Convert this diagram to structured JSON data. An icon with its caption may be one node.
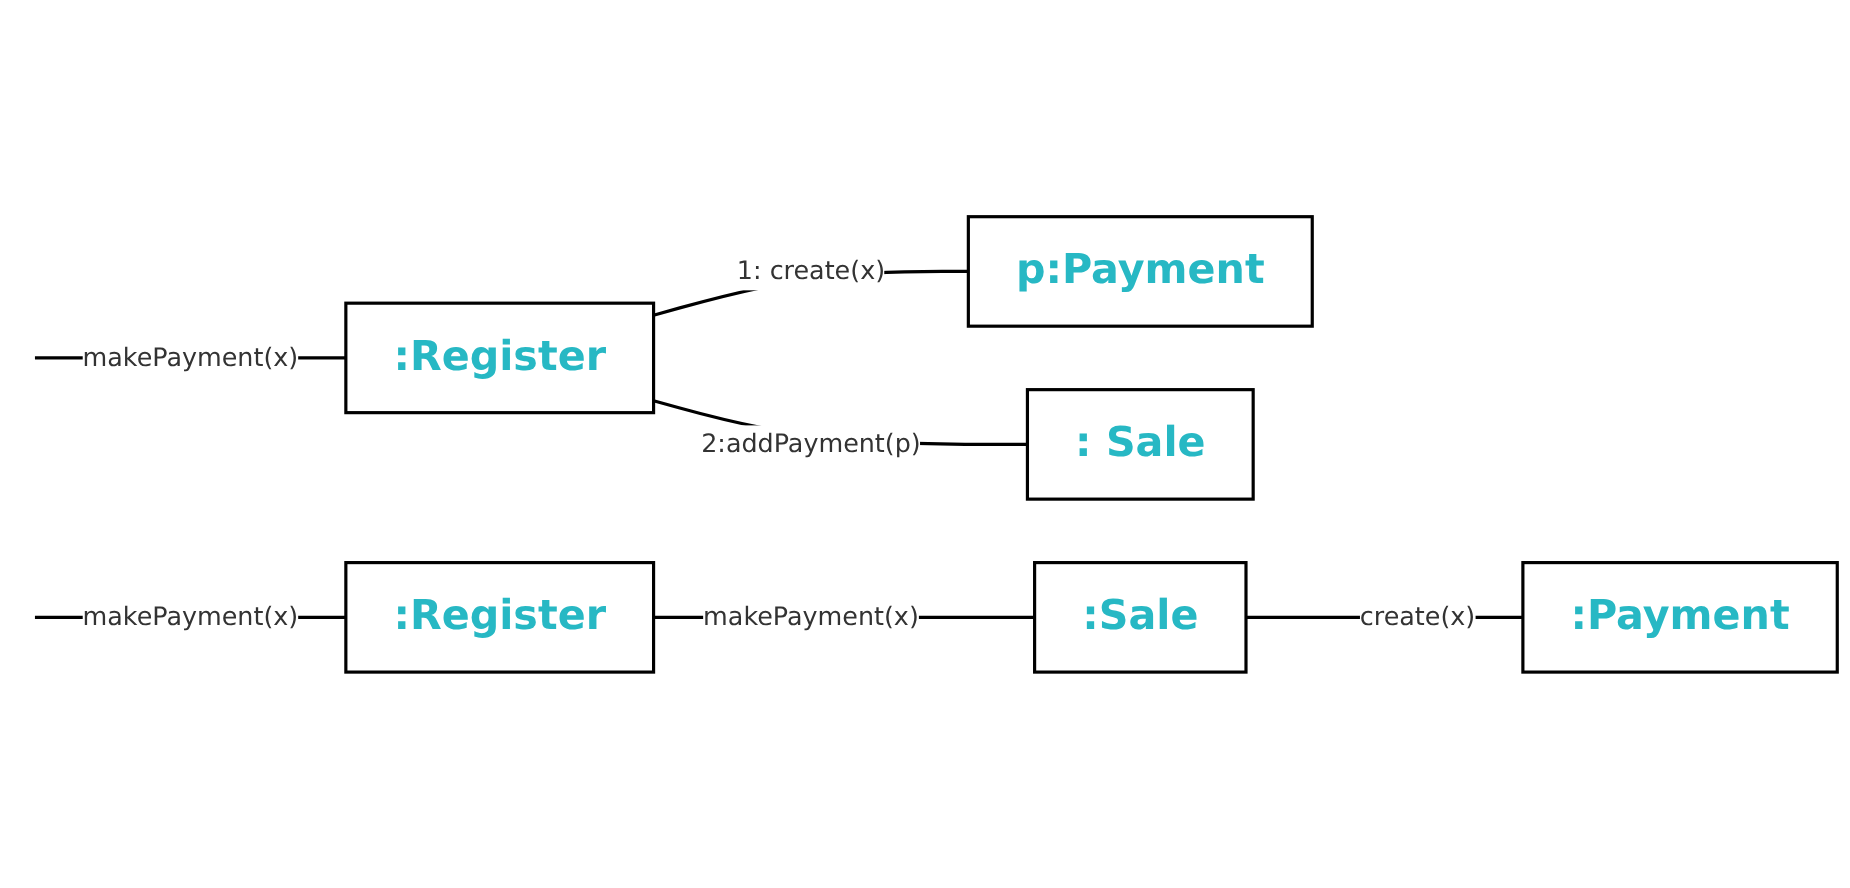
{
  "diagram": {
    "nodes": [
      {
        "text": [
          ":Register"
        ]
      },
      {
        "text": [
          "p:Payment"
        ]
      },
      {
        "text": [
          ": Sale"
        ]
      },
      {
        "text": [
          ":Register"
        ]
      },
      {
        "text": [
          ":Sale"
        ]
      },
      {
        "text": [
          ":Payment"
        ]
      }
    ],
    "edges": [
      {
        "from": null,
        "to": 0,
        "arrow": "none",
        "label": "makePayment(x)"
      },
      {
        "from": 0,
        "to": 1,
        "arrow": "none",
        "label": "1: create(x)"
      },
      {
        "from": 0,
        "to": 2,
        "arrow": "none",
        "label": "2:addPayment(p)"
      },
      {
        "from": null,
        "to": 3,
        "arrow": "none",
        "label": "makePayment(x)"
      },
      {
        "from": 3,
        "to": 4,
        "arrow": "none",
        "label": "makePayment(x)"
      },
      {
        "from": 4,
        "to": 5,
        "arrow": "none",
        "label": "create(x)"
      }
    ]
  }
}
